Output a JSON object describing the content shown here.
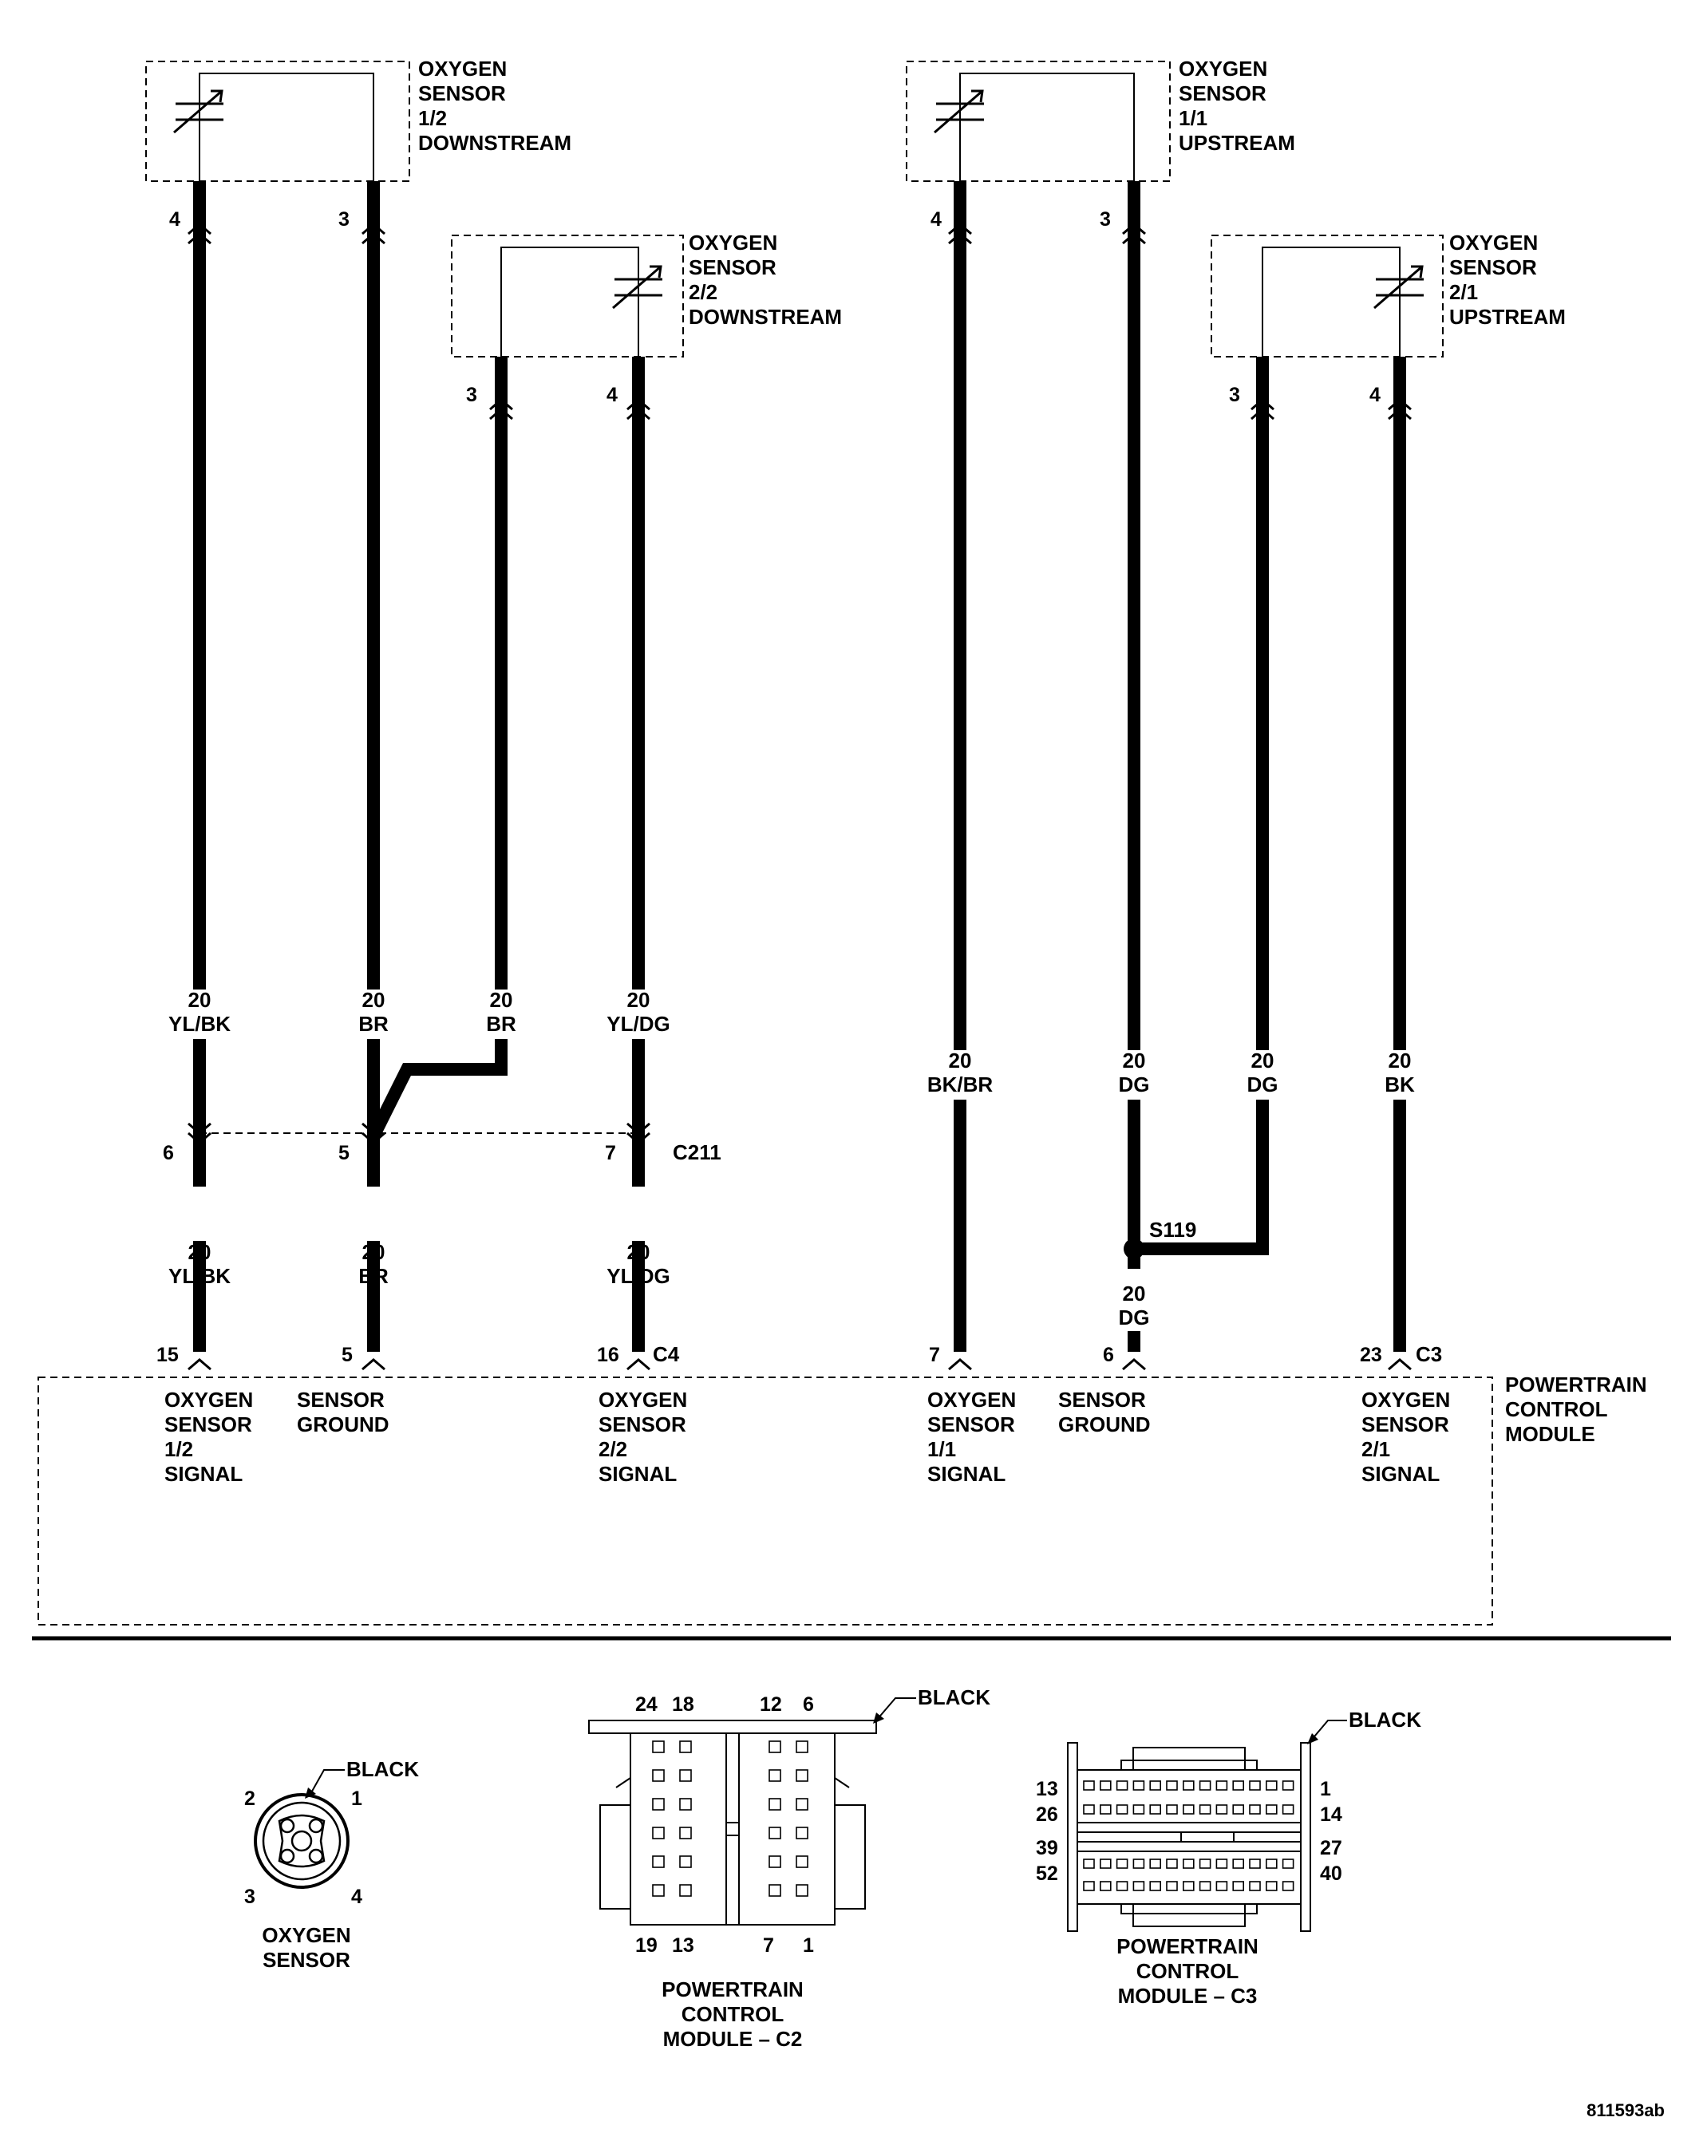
{
  "components": {
    "sensor_12": {
      "lines": [
        "OXYGEN",
        "SENSOR",
        "1/2",
        "DOWNSTREAM"
      ],
      "pin_a": "4",
      "pin_b": "3"
    },
    "sensor_22": {
      "lines": [
        "OXYGEN",
        "SENSOR",
        "2/2",
        "DOWNSTREAM"
      ],
      "pin_a": "3",
      "pin_b": "4"
    },
    "sensor_11": {
      "lines": [
        "OXYGEN",
        "SENSOR",
        "1/1",
        "UPSTREAM"
      ],
      "pin_a": "4",
      "pin_b": "3"
    },
    "sensor_21": {
      "lines": [
        "OXYGEN",
        "SENSOR",
        "2/1",
        "UPSTREAM"
      ],
      "pin_a": "3",
      "pin_b": "4"
    },
    "pcm": {
      "lines": [
        "POWERTRAIN",
        "CONTROL",
        "MODULE"
      ]
    }
  },
  "wires": {
    "w1_upper": [
      "20",
      "YL/BK"
    ],
    "w2_upper": [
      "20",
      "BR"
    ],
    "w3_upper": [
      "20",
      "BR"
    ],
    "w4_upper": [
      "20",
      "YL/DG"
    ],
    "w1_lower": [
      "20",
      "YL/BK"
    ],
    "w2_lower": [
      "20",
      "BR"
    ],
    "w4_lower": [
      "20",
      "YL/DG"
    ],
    "w5": [
      "20",
      "BK/BR"
    ],
    "w6_upper": [
      "20",
      "DG"
    ],
    "w7": [
      "20",
      "DG"
    ],
    "w8": [
      "20",
      "BK"
    ],
    "w6_lower": [
      "20",
      "DG"
    ]
  },
  "connector_c211": {
    "name": "C211",
    "pins": [
      "6",
      "5",
      "7"
    ]
  },
  "splice": {
    "name": "S119"
  },
  "pcm_pins": {
    "c4": {
      "name": "C4",
      "pins": [
        "15",
        "5",
        "16"
      ]
    },
    "c3": {
      "name": "C3",
      "pins": [
        "7",
        "6",
        "23"
      ]
    }
  },
  "pcm_functions": {
    "f1": [
      "OXYGEN",
      "SENSOR",
      "1/2",
      "SIGNAL"
    ],
    "f2": [
      "SENSOR",
      "GROUND"
    ],
    "f3": [
      "OXYGEN",
      "SENSOR",
      "2/2",
      "SIGNAL"
    ],
    "f4": [
      "OXYGEN",
      "SENSOR",
      "1/1",
      "SIGNAL"
    ],
    "f5": [
      "SENSOR",
      "GROUND"
    ],
    "f6": [
      "OXYGEN",
      "SENSOR",
      "2/1",
      "SIGNAL"
    ]
  },
  "connector_views": {
    "oxygen_sensor": {
      "color": "BLACK",
      "title": [
        "OXYGEN",
        "SENSOR"
      ],
      "pins": [
        "2",
        "1",
        "3",
        "4"
      ]
    },
    "pcm_c2": {
      "color": "BLACK",
      "title": [
        "POWERTRAIN",
        "CONTROL",
        "MODULE – C2"
      ],
      "top_pins": [
        "24",
        "18",
        "12",
        "6"
      ],
      "bottom_pins": [
        "19",
        "13",
        "7",
        "1"
      ]
    },
    "pcm_c3": {
      "color": "BLACK",
      "title": [
        "POWERTRAIN",
        "CONTROL",
        "MODULE – C3"
      ],
      "left_pins": [
        "13",
        "26",
        "39",
        "52"
      ],
      "right_pins": [
        "1",
        "14",
        "27",
        "40"
      ]
    }
  },
  "figure_id": "811593ab"
}
